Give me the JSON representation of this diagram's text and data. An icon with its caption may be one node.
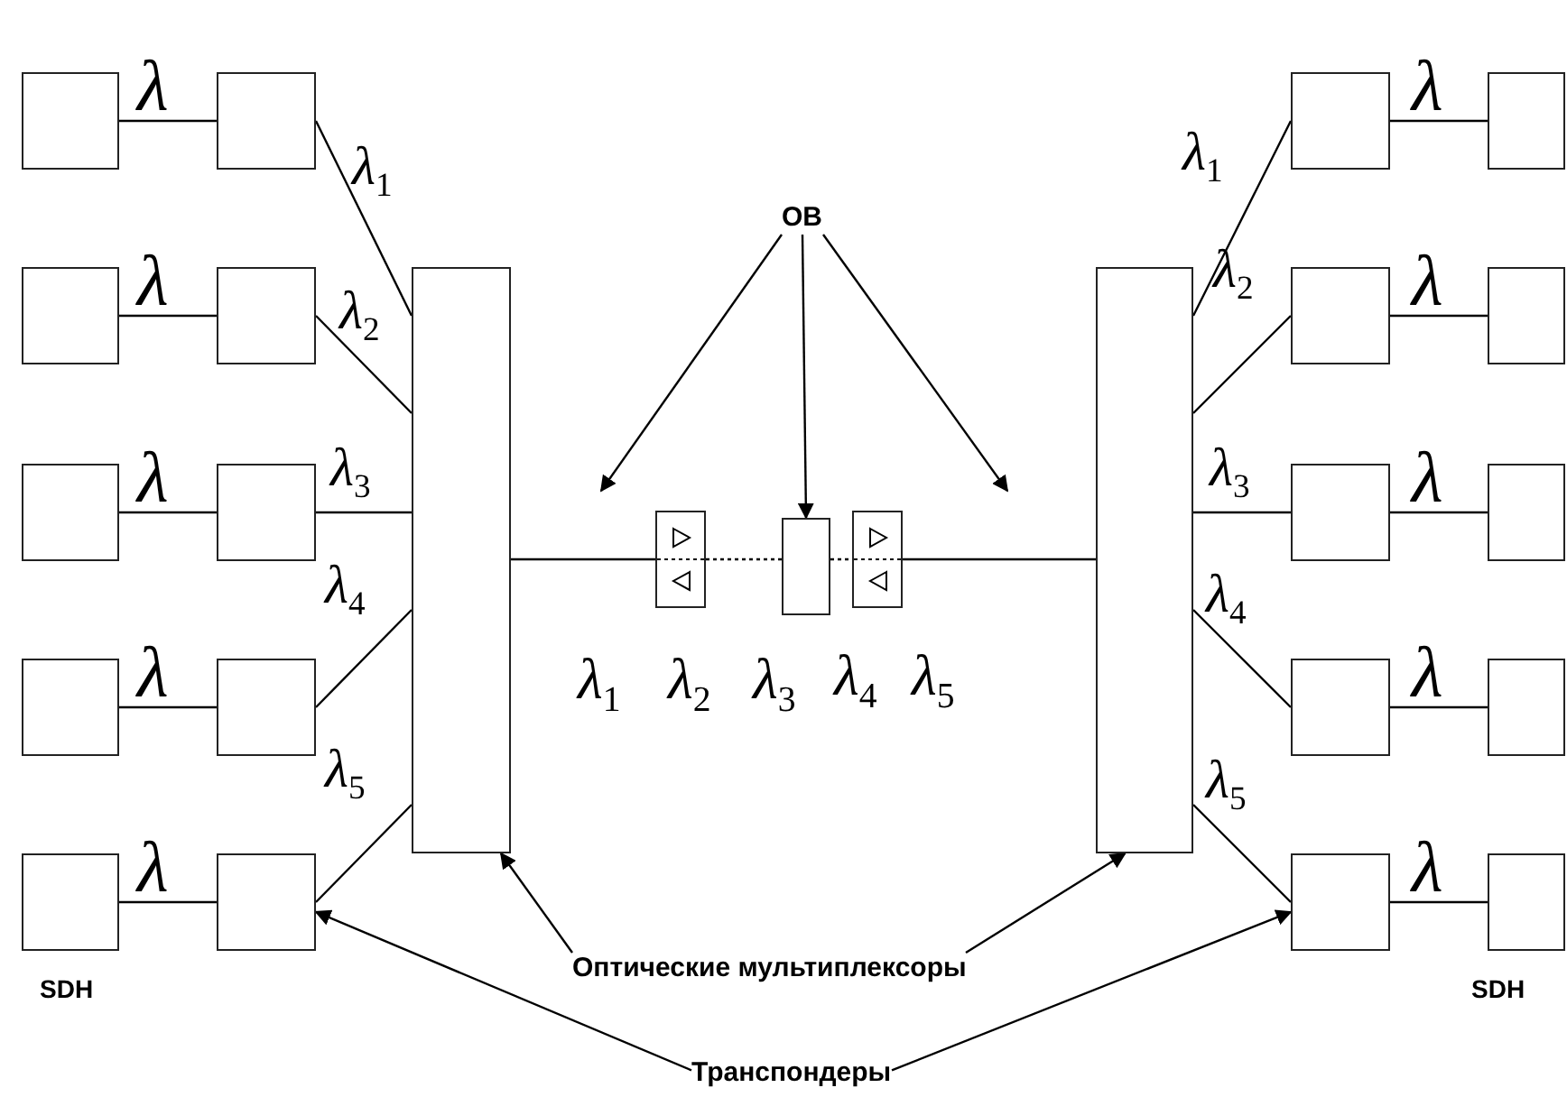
{
  "diagram": {
    "nodes": [
      {
        "text": [],
        "shape": "box"
      },
      {
        "text": [],
        "shape": "box"
      },
      {
        "text": [],
        "shape": "box"
      },
      {
        "text": [],
        "shape": "box"
      },
      {
        "text": [],
        "shape": "box"
      },
      {
        "text": [],
        "shape": "box"
      },
      {
        "text": [],
        "shape": "box"
      },
      {
        "text": [],
        "shape": "box"
      },
      {
        "text": [],
        "shape": "box"
      },
      {
        "text": [],
        "shape": "box"
      },
      {
        "text": [],
        "shape": "box"
      },
      {
        "text": [],
        "shape": "box"
      },
      {
        "text": [],
        "shape": "box"
      },
      {
        "text": [],
        "shape": "box"
      },
      {
        "text": [],
        "shape": "box"
      },
      {
        "text": [],
        "shape": "box"
      },
      {
        "text": [],
        "shape": "box"
      },
      {
        "text": [],
        "shape": "box"
      },
      {
        "text": [],
        "shape": "box"
      },
      {
        "text": [],
        "shape": "box"
      },
      {
        "text": [],
        "shape": "box"
      },
      {
        "text": [],
        "shape": "box"
      },
      {
        "text": [],
        "shape": "box"
      },
      {
        "text": [],
        "shape": "box"
      },
      {
        "text": [],
        "shape": "box"
      },
      {
        "text": [
          "ОВ"
        ]
      },
      {
        "text": [
          "Оптические мультиплексоры"
        ]
      },
      {
        "text": [
          "Транспондеры"
        ]
      }
    ],
    "edges": [
      {
        "from": 0,
        "to": 5,
        "arrow": "none",
        "label": "λ"
      },
      {
        "from": 1,
        "to": 6,
        "arrow": "none",
        "label": "λ"
      },
      {
        "from": 2,
        "to": 7,
        "arrow": "none",
        "label": "λ"
      },
      {
        "from": 3,
        "to": 8,
        "arrow": "none",
        "label": "λ"
      },
      {
        "from": 4,
        "to": 9,
        "arrow": "none",
        "label": "λ"
      },
      {
        "from": 5,
        "to": 10,
        "arrow": "none",
        "label": "λ$_{1}$"
      },
      {
        "from": 6,
        "to": 10,
        "arrow": "none",
        "label": "λ$_{2}$"
      },
      {
        "from": 7,
        "to": 10,
        "arrow": "none",
        "label": "λ$_{3}$"
      },
      {
        "from": 8,
        "to": 10,
        "arrow": "none",
        "label": "λ$_{4}$"
      },
      {
        "from": 9,
        "to": 10,
        "arrow": "none",
        "label": "λ$_{5}$"
      },
      {
        "from": 10,
        "to": 11,
        "arrow": "none"
      },
      {
        "from": 11,
        "to": 12,
        "arrow": "none",
        "style": "dashed"
      },
      {
        "from": 12,
        "to": 13,
        "arrow": "none",
        "style": "dashed"
      },
      {
        "from": 13,
        "to": 14,
        "arrow": "none"
      },
      {
        "from": 14,
        "to": 15,
        "arrow": "none",
        "label": "λ$_{1}$"
      },
      {
        "from": 14,
        "to": 16,
        "arrow": "none",
        "label": "λ$_{2}$"
      },
      {
        "from": 14,
        "to": 17,
        "arrow": "none",
        "label": "λ$_{3}$"
      },
      {
        "from": 14,
        "to": 18,
        "arrow": "none",
        "label": "λ$_{4}$"
      },
      {
        "from": 14,
        "to": 19,
        "arrow": "none",
        "label": "λ$_{5}$"
      },
      {
        "from": 15,
        "to": 20,
        "arrow": "none",
        "label": "λ"
      },
      {
        "from": 16,
        "to": 21,
        "arrow": "none",
        "label": "λ"
      },
      {
        "from": 17,
        "to": 22,
        "arrow": "none",
        "label": "λ"
      },
      {
        "from": 18,
        "to": 23,
        "arrow": "none",
        "label": "λ"
      },
      {
        "from": 19,
        "to": 24,
        "arrow": "none",
        "label": "λ"
      },
      {
        "from": 25,
        "to": null,
        "arrow": "to"
      },
      {
        "from": 25,
        "to": 12,
        "arrow": "to"
      },
      {
        "from": 25,
        "to": null,
        "arrow": "to"
      },
      {
        "from": 26,
        "to": 10,
        "arrow": "to"
      },
      {
        "from": 26,
        "to": 14,
        "arrow": "to"
      },
      {
        "from": 27,
        "to": 9,
        "arrow": "to"
      },
      {
        "from": 27,
        "to": 19,
        "arrow": "to"
      }
    ],
    "labels": [
      "SDH",
      "SDH",
      "λ$_{1}$",
      "λ$_{2}$",
      "λ$_{3}$",
      "λ$_{4}$",
      "λ$_{5}$"
    ]
  }
}
